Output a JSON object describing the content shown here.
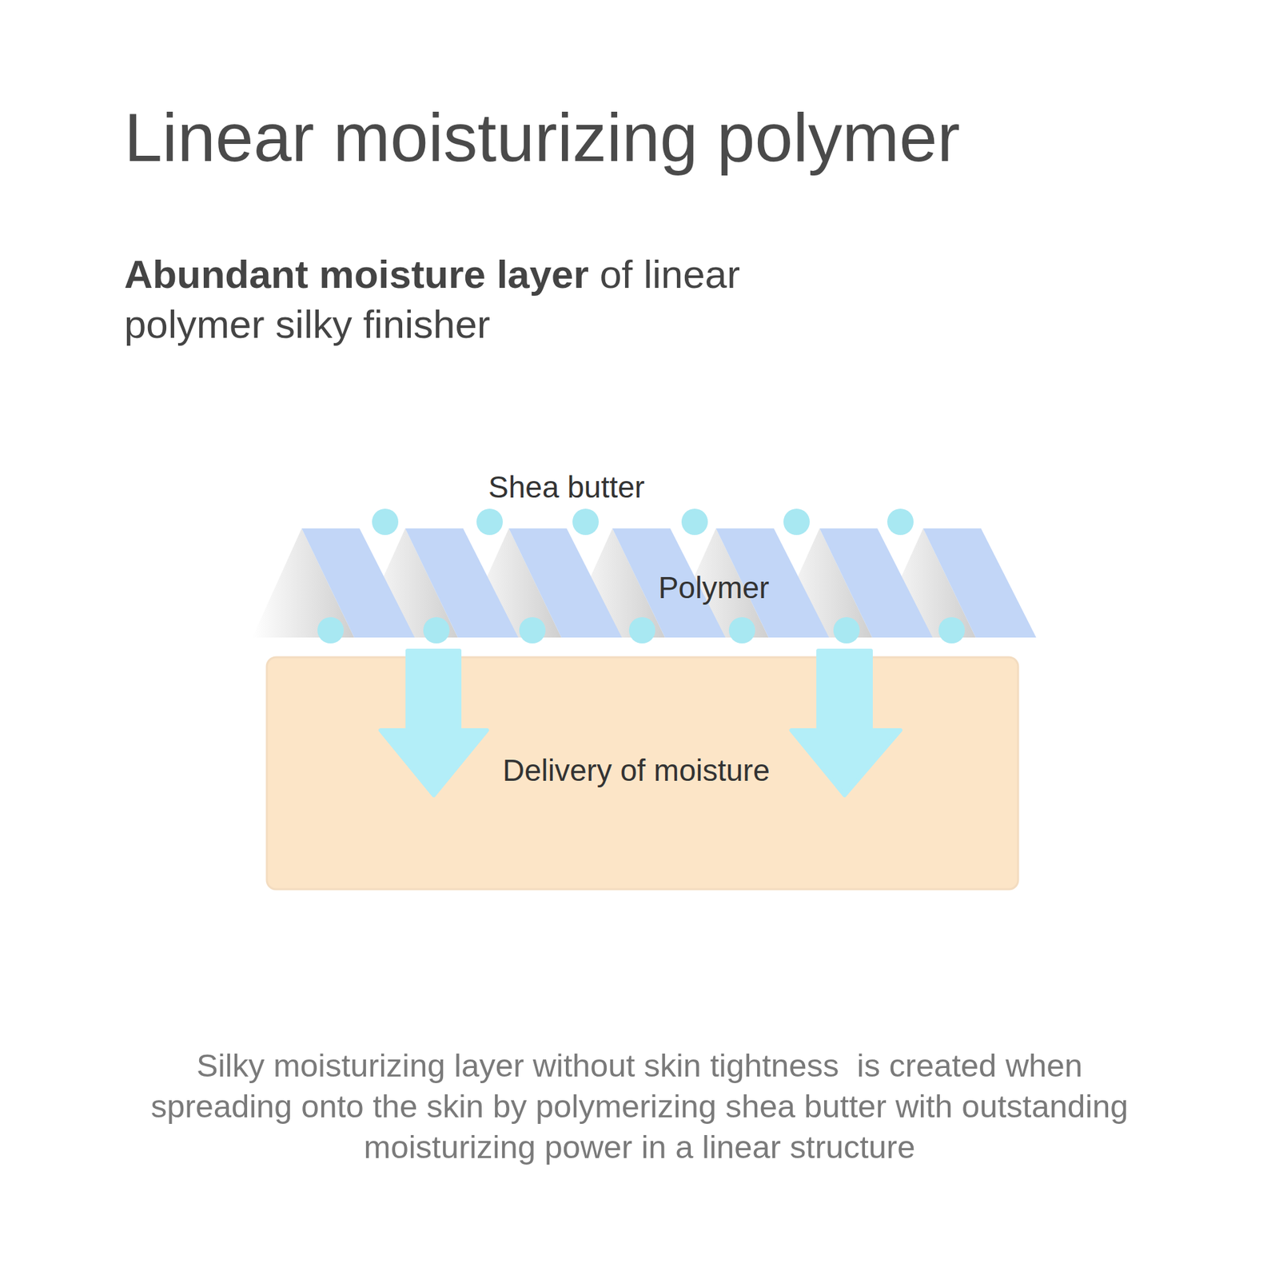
{
  "diagram": {
    "title": "Linear moisturizing polymer",
    "caption": "Silky moisturizing layer without skin tightness  is created when spreading onto the skin by polymerizing shea butter with outstanding moisturizing power in a linear structure",
    "nodes": [
      {
        "text": [
          "Polymer"
        ]
      },
      {
        "text": [
          "Delivery of moisture"
        ]
      }
    ],
    "labels": [
      "Abundant moisture layer",
      "of linear polymer silky finisher",
      "Shea butter"
    ]
  }
}
